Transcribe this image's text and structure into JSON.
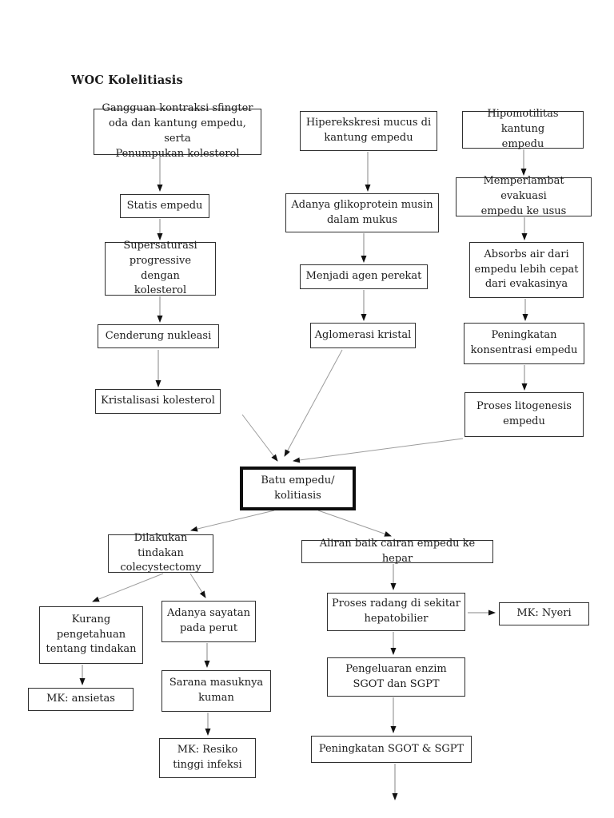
{
  "page": {
    "title": "WOC Kolelitiasis"
  },
  "diagram": {
    "nodes": [
      {
        "id": "gangguan-kontraksi",
        "text": "Gangguan kontraksi sfingter\noda dan kantung empedu, serta\nPenumpukan kolesterol"
      },
      {
        "id": "statis-empedu",
        "text": "Statis empedu"
      },
      {
        "id": "supersaturasi",
        "text": "Supersaturasi\nprogressive dengan\nkolesterol"
      },
      {
        "id": "cenderung-nukleasi",
        "text": "Cenderung nukleasi"
      },
      {
        "id": "kristalisasi-kolesterol",
        "text": "Kristalisasi kolesterol"
      },
      {
        "id": "hiperekskresi-mucus",
        "text": "Hiperekskresi mucus di\nkantung empedu"
      },
      {
        "id": "glikoprotein-musin",
        "text": "Adanya glikoprotein musin\ndalam mukus"
      },
      {
        "id": "agen-perekat",
        "text": "Menjadi agen perekat"
      },
      {
        "id": "aglomerasi-kristal",
        "text": "Aglomerasi kristal"
      },
      {
        "id": "hipomotilitas",
        "text": "Hipomotilitas kantung\nempedu"
      },
      {
        "id": "memperlambat-evakuasi",
        "text": "Memperlambat evakuasi\nempedu ke usus"
      },
      {
        "id": "absorbs-air",
        "text": "Absorbs air dari\nempedu lebih cepat\ndari evakasinya"
      },
      {
        "id": "peningkatan-konsentrasi",
        "text": "Peningkatan\nkonsentrasi empedu"
      },
      {
        "id": "proses-litogenesis",
        "text": "Proses litogenesis\nempedu"
      },
      {
        "id": "batu-empedu",
        "text": "Batu empedu/\nkolitiasis"
      },
      {
        "id": "colecystectomy",
        "text": "Dilakukan tindakan\ncolecystectomy"
      },
      {
        "id": "kurang-pengetahuan",
        "text": "Kurang\npengetahuan\ntentang tindakan"
      },
      {
        "id": "mk-ansietas",
        "text": "MK: ansietas"
      },
      {
        "id": "sayatan-perut",
        "text": "Adanya sayatan\npada perut"
      },
      {
        "id": "sarana-kuman",
        "text": "Sarana masuknya\nkuman"
      },
      {
        "id": "mk-resiko-infeksi",
        "text": "MK: Resiko\ntinggi infeksi"
      },
      {
        "id": "aliran-baik",
        "text": "Aliran baik cairan empedu ke hepar"
      },
      {
        "id": "proses-radang",
        "text": "Proses radang di sekitar\nhepatobilier"
      },
      {
        "id": "mk-nyeri",
        "text": "MK: Nyeri"
      },
      {
        "id": "pengeluaran-enzim",
        "text": "Pengeluaran enzim\nSGOT dan SGPT"
      },
      {
        "id": "peningkatan-sgot",
        "text": "Peningkatan SGOT & SGPT"
      }
    ]
  },
  "colors": {
    "box_border": "#2f2f2f",
    "thick_border": "#0d0d0d",
    "line": "#858585",
    "text": "#1c1c1c",
    "background": "#ffffff"
  }
}
